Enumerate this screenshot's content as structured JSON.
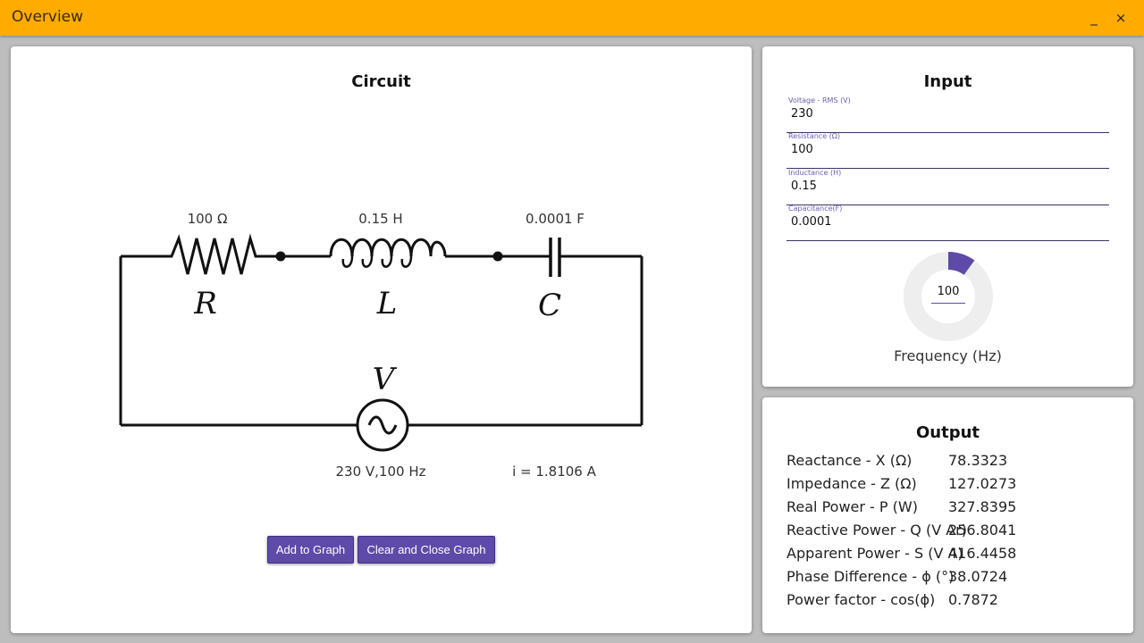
{
  "window": {
    "title": "Overview",
    "minimize_label": "_",
    "close_label": "×"
  },
  "circuit": {
    "title": "Circuit",
    "resistor_value": "100 Ω",
    "inductor_value": "0.15 H",
    "capacitor_value": "0.0001 F",
    "resistor_symbol": "R",
    "inductor_symbol": "L",
    "capacitor_symbol": "C",
    "source_symbol": "V",
    "source_label": "230 V,100 Hz",
    "current_label": "i = 1.8106 A",
    "add_graph_label": "Add to Graph",
    "clear_graph_label": "Clear and Close Graph"
  },
  "input": {
    "title": "Input",
    "fields": [
      {
        "label": "Voltage - RMS (V)",
        "value": "230"
      },
      {
        "label": "Resistance (Ω)",
        "value": "100"
      },
      {
        "label": "Inductance (H)",
        "value": "0.15"
      },
      {
        "label": "Capacitance(F)",
        "value": "0.0001"
      }
    ],
    "frequency": {
      "value": "100",
      "label": "Frequency (Hz)",
      "arc_fraction": 0.1
    }
  },
  "output": {
    "title": "Output",
    "rows": [
      {
        "label": "Reactance - X (Ω)",
        "value": "78.3323"
      },
      {
        "label": "Impedance - Z (Ω)",
        "value": "127.0273"
      },
      {
        "label": "Real Power - P (W)",
        "value": "327.8395"
      },
      {
        "label": "Reactive Power - Q (V Ar)",
        "value": "256.8041"
      },
      {
        "label": "Apparent Power - S (V A)",
        "value": "416.4458"
      },
      {
        "label": "Phase Difference - ϕ (°)",
        "value": "38.0724"
      },
      {
        "label": "Power factor - cos(ϕ)",
        "value": "0.7872"
      }
    ]
  },
  "colors": {
    "titlebar": "#ffab00",
    "accent": "#5e4aa8",
    "knob_track": "#eeeeee"
  }
}
